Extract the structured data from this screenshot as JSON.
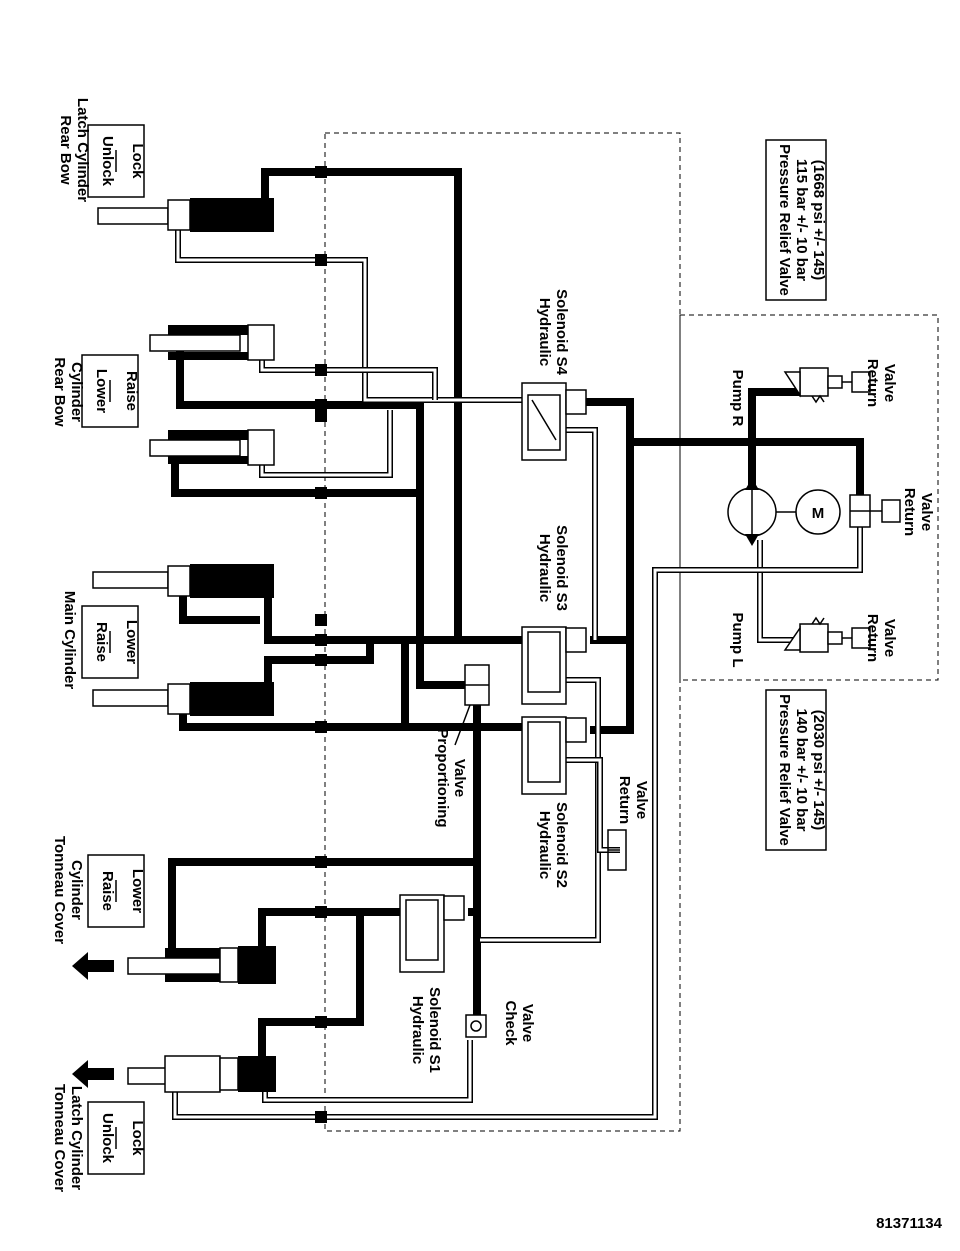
{
  "labels": {
    "rear_bow_latch_cylinder": [
      "Rear Bow",
      "Latch Cylinder"
    ],
    "rear_bow_latch_box": [
      "Unlock",
      "Lock"
    ],
    "rear_bow_cylinder": [
      "Rear Bow",
      "Cylinder"
    ],
    "rear_bow_box": [
      "Lower",
      "Raise"
    ],
    "main_cylinder": "Main Cylinder",
    "main_box": [
      "Raise",
      "Lower"
    ],
    "tonneau_cover_cylinder": [
      "Tonneau Cover",
      "Cylinder"
    ],
    "tonneau_cover_box": [
      "Raise",
      "Lower"
    ],
    "tonneau_cover_latch_cylinder": [
      "Tonneau Cover",
      "Latch Cylinder"
    ],
    "tonneau_latch_box": [
      "Unlock",
      "Lock"
    ],
    "solenoid_s4": [
      "Hydraulic",
      "Solenoid S4"
    ],
    "solenoid_s3": [
      "Hydraulic",
      "Solenoid S3"
    ],
    "solenoid_s2": [
      "Hydraulic",
      "Solenoid S2"
    ],
    "solenoid_s1": [
      "Hydraulic",
      "Solenoid S1"
    ],
    "proportioning_valve": [
      "Proportioning",
      "Valve"
    ],
    "check_valve": [
      "Check",
      "Valve"
    ],
    "return_valve": [
      "Return",
      "Valve"
    ],
    "pump_r": "Pump R",
    "pump_l": "Pump L",
    "motor": "M",
    "relief_valve_top": [
      "Pressure Relief Valve",
      "115 bar +/- 10 bar",
      "(1668 psi +/- 145)"
    ],
    "relief_valve_bottom": [
      "Pressure Relief Valve",
      "140 bar +/- 10 bar",
      "(2030 psi +/- 145)"
    ],
    "figure_id": "81371134"
  }
}
